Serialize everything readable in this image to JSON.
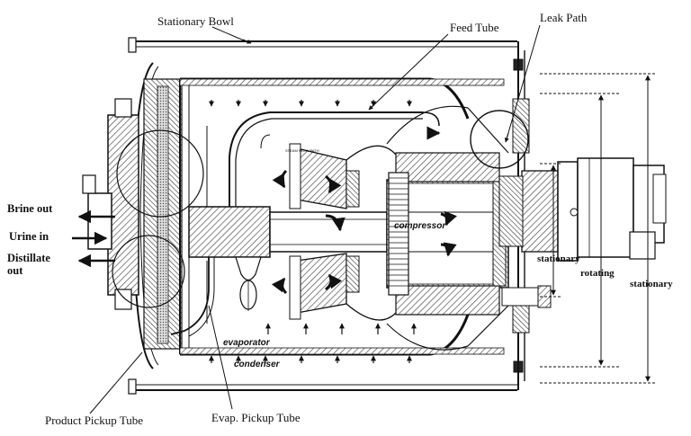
{
  "labels": {
    "stationary_bowl": "Stationary Bowl",
    "feed_tube": "Feed Tube",
    "leak_path": "Leak Path",
    "brine_out": "Brine out",
    "urine_in": "Urine in",
    "distillate_out_1": "Distillate",
    "distillate_out_2": "out",
    "compressor": "compressor",
    "stationary_inner": "stationary",
    "rotating": "rotating",
    "stationary_outer": "stationary",
    "evaporator": "evaporator",
    "condenser": "condenser",
    "product_pickup_tube": "Product Pickup Tube",
    "evap_pickup_tube": "Evap. Pickup Tube",
    "steam_flow_path": "STEAM FLOW PATH"
  },
  "colors": {
    "ink": "#111111",
    "hatch": "#555555",
    "background": "#ffffff"
  }
}
